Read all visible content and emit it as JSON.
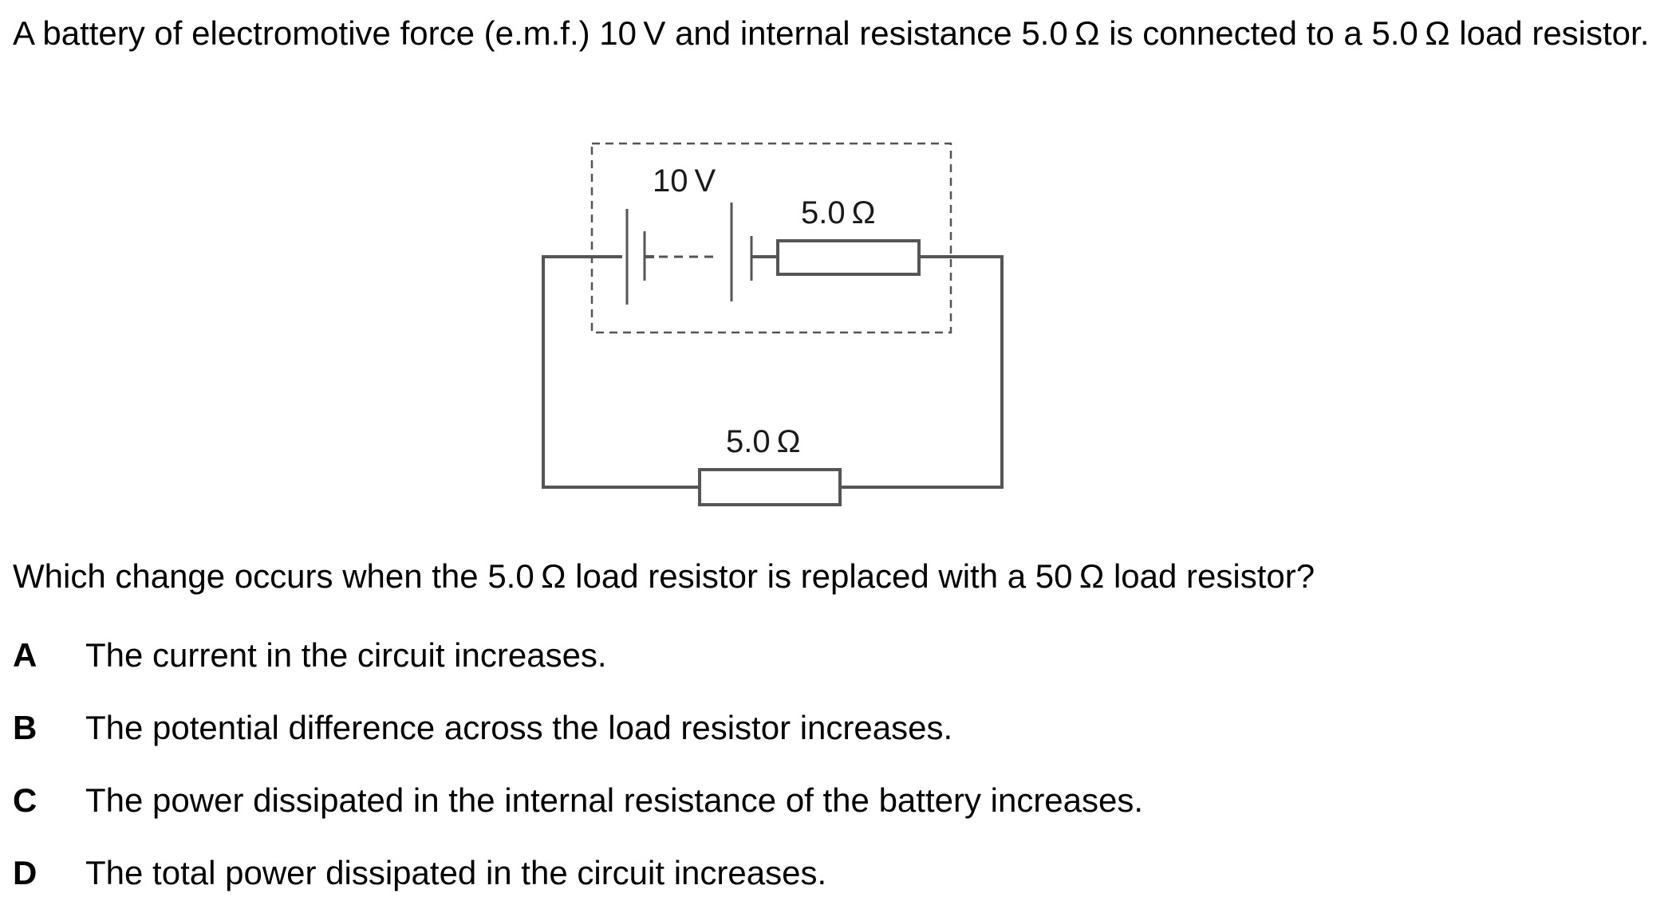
{
  "stem": {
    "text": "A battery of electromotive force (e.m.f.) 10 V and internal resistance 5.0 Ω is connected to a 5.0 Ω load resistor."
  },
  "diagram": {
    "emf_label": "10 V",
    "internal_resistance_label": "5.0 Ω",
    "load_resistance_label": "5.0 Ω"
  },
  "question": {
    "text": "Which change occurs when the 5.0 Ω load resistor is replaced with a 50 Ω load resistor?"
  },
  "options": [
    {
      "letter": "A",
      "text": "The current in the circuit increases."
    },
    {
      "letter": "B",
      "text": "The potential difference across the load resistor increases."
    },
    {
      "letter": "C",
      "text": "The power dissipated in the internal resistance of the battery increases."
    },
    {
      "letter": "D",
      "text": "The total power dissipated in the circuit increases."
    }
  ]
}
